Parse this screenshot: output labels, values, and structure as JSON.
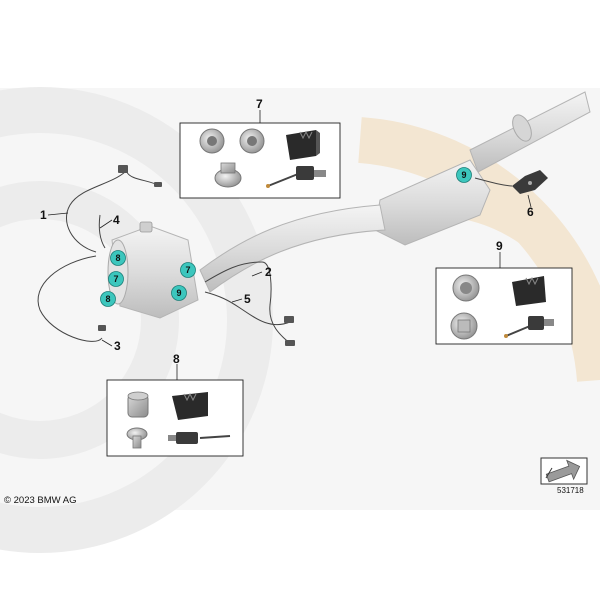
{
  "copyright": "© 2023 BMW AG",
  "diagram_number": "531718",
  "callouts": {
    "c1": "1",
    "c2": "2",
    "c3": "3",
    "c4": "4",
    "c5": "5",
    "c6": "6",
    "c7": "7",
    "c8": "8",
    "c9": "9"
  },
  "badges": {
    "b8a": "8",
    "b7a": "7",
    "b8b": "8",
    "b7b": "7",
    "b9a": "9",
    "b9b": "9"
  },
  "colors": {
    "badge_fill": "#3cc6bd",
    "watermark_gray": "#ececec",
    "watermark_tan": "#f3e6d2",
    "part_fill": "#e6e6e6",
    "part_stroke": "#b4b4b4",
    "line": "#222222"
  },
  "icons": [
    "nut-icon",
    "socket-icon",
    "screw-plug-icon",
    "sensor-icon",
    "return-arrow-icon"
  ]
}
